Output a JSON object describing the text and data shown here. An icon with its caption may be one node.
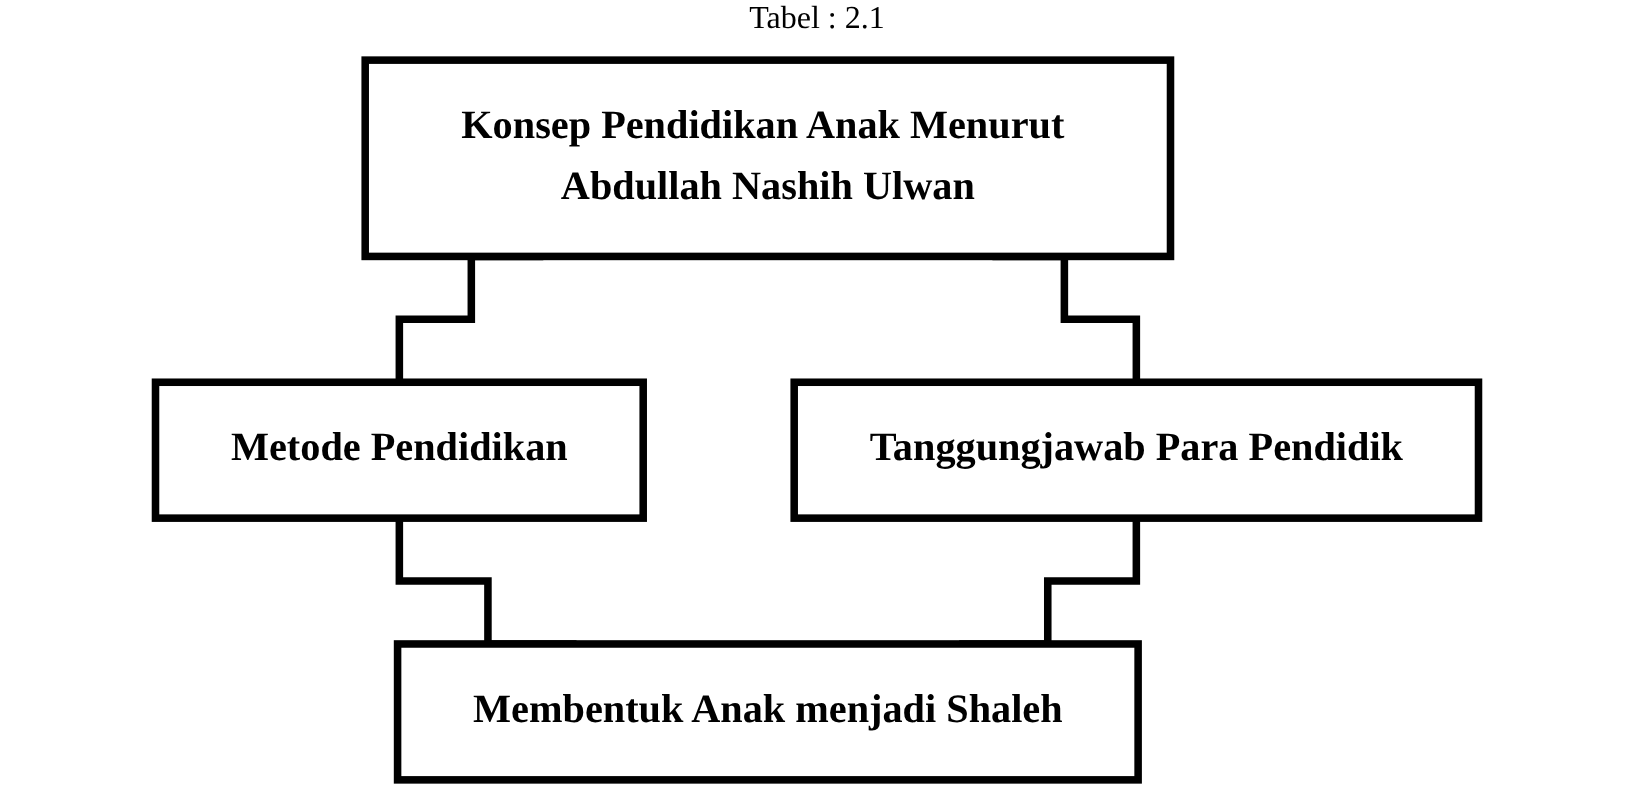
{
  "diagram": {
    "title": "Tabel : 2.1",
    "nodes": [
      {
        "text": [
          "Konsep Pendidikan Anak Menurut Abdullah Nashih Ulwan"
        ]
      },
      {
        "text": [
          "Metode Pendidikan"
        ]
      },
      {
        "text": [
          "Tanggungjawab Para Pendidik"
        ]
      },
      {
        "text": [
          "Membentuk Anak menjadi Shaleh"
        ]
      }
    ],
    "edges": [
      {
        "from": 0,
        "to": 1,
        "arrow": "none"
      },
      {
        "from": 0,
        "to": 2,
        "arrow": "none"
      },
      {
        "from": 1,
        "to": 3,
        "arrow": "none"
      },
      {
        "from": 2,
        "to": 3,
        "arrow": "none"
      }
    ]
  }
}
